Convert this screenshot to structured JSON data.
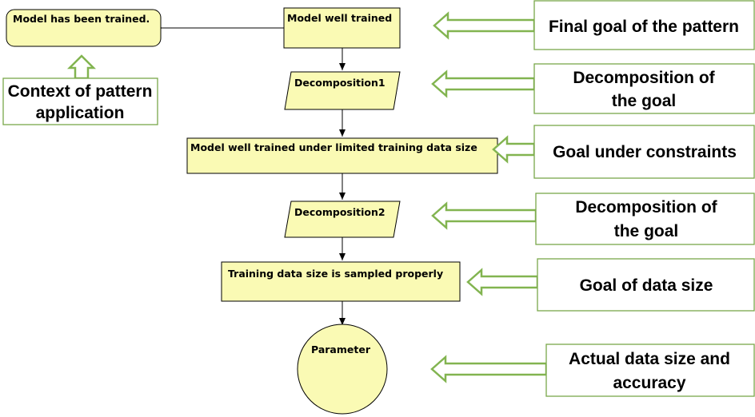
{
  "nodes": {
    "context": "Model has been trained.",
    "goal": "Model well trained",
    "decomp1": "Decomposition1",
    "constrained_goal": "Model well trained under limited training data size",
    "decomp2": "Decomposition2",
    "data_size_goal": "Training data size is sampled properly",
    "parameter": "Parameter"
  },
  "callouts": {
    "final_goal": [
      "Final goal of the pattern"
    ],
    "decomposition1": [
      "Decomposition of",
      "the goal"
    ],
    "goal_constraints": [
      "Goal under constraints"
    ],
    "decomposition2": [
      "Decomposition of",
      "the goal"
    ],
    "goal_data_size": [
      "Goal of data size"
    ],
    "actual": [
      "Actual data size and",
      "accuracy"
    ],
    "context": [
      "Context of pattern",
      "application"
    ]
  }
}
